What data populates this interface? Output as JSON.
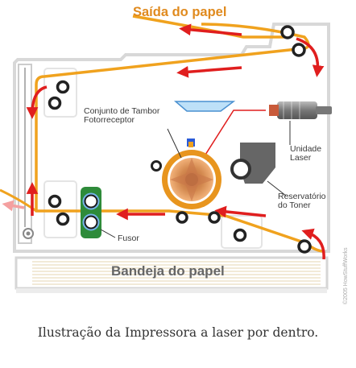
{
  "labels": {
    "paper_output": "Saída do papel",
    "drum_line1": "Conjunto de Tambor",
    "drum_line2": "Fotorreceptor",
    "laser_line1": "Unidade",
    "laser_line2": "Laser",
    "toner_line1": "Reservatório",
    "toner_line2": "do Toner",
    "fuser": "Fusor",
    "paper_tray": "Bandeja do papel",
    "copyright": "©2005 HowStuffWorks"
  },
  "caption": "Ilustração da Impressora a laser por dentro.",
  "colors": {
    "paper_path": "#f0a21e",
    "arrows": "#e01e1e",
    "housing": "#d8d8d8",
    "drum": "#e8951e",
    "toner": "#666666",
    "fuser": "#2e8b3a",
    "title": "#e08a1e"
  }
}
